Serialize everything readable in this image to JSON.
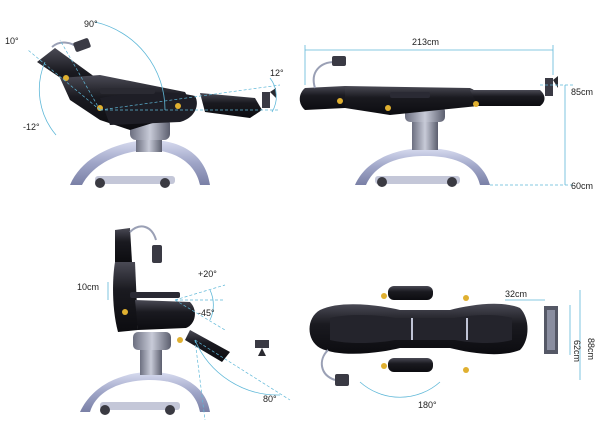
{
  "figure": {
    "views": [
      {
        "name": "side-view-reclining",
        "angles": [
          "10°",
          "90°",
          "12°",
          "-12°"
        ]
      },
      {
        "name": "side-view-flat",
        "dimensions": [
          "213cm",
          "85cm",
          "60cm"
        ]
      },
      {
        "name": "side-view-seated",
        "angles": [
          "+20°",
          "-45°",
          "80°"
        ],
        "dimensions": [
          "10cm"
        ]
      },
      {
        "name": "top-view",
        "angles": [
          "180°"
        ],
        "dimensions": [
          "32cm",
          "62cm",
          "88cm"
        ]
      }
    ]
  },
  "colors": {
    "dimension_line": "#5fb8d8",
    "upholstery": "#1d1d22",
    "base_metal": "#a0a6c8",
    "accent": "#e0b030"
  }
}
